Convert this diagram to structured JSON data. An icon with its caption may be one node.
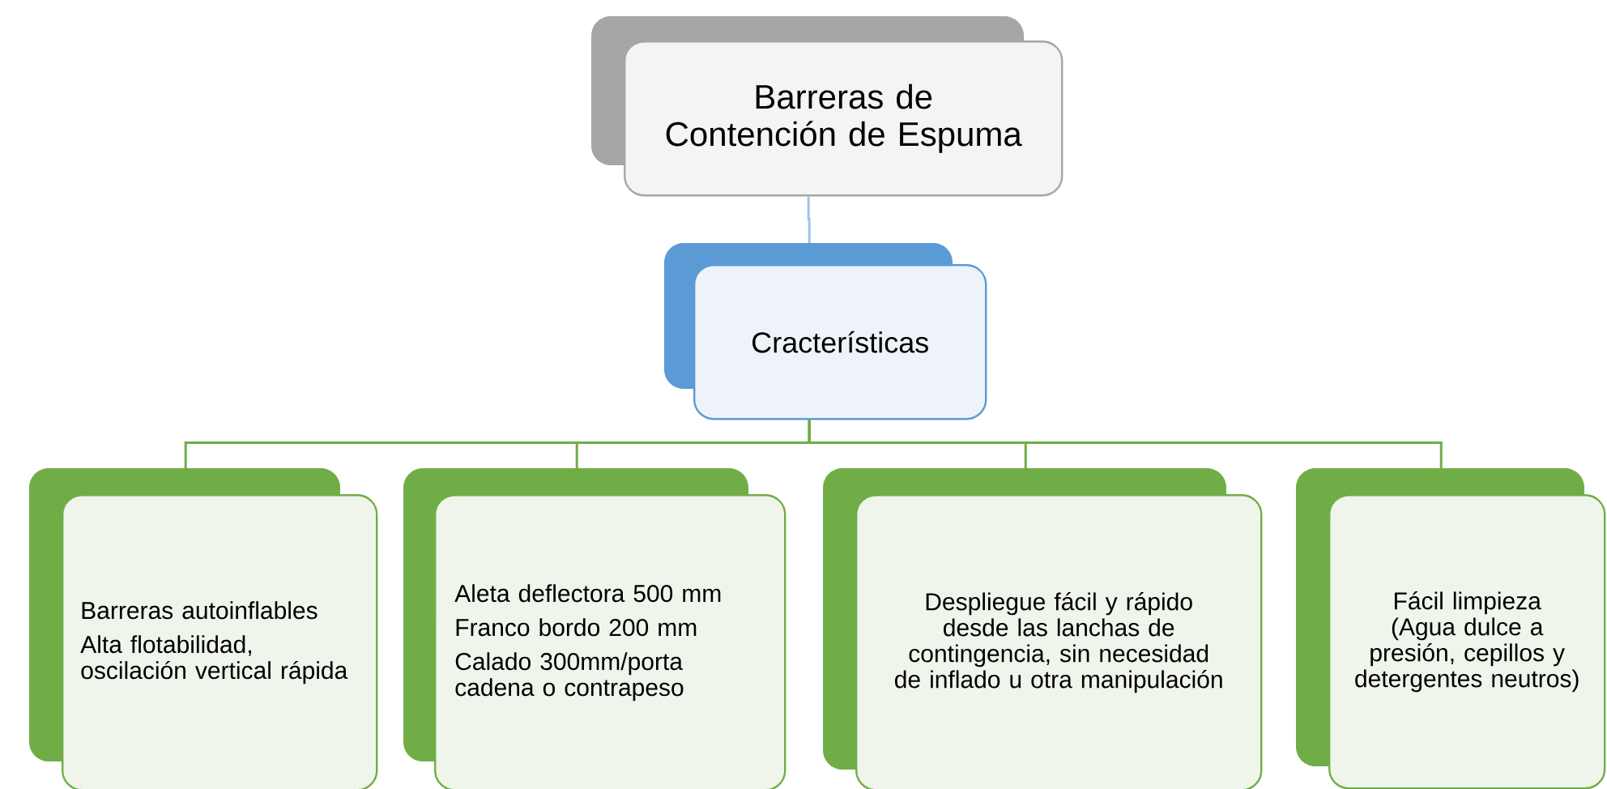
{
  "diagram": {
    "nodes": [
      {
        "text": [
          "Barreras de Contención de Espuma"
        ]
      },
      {
        "text": [
          "Cracterísticas"
        ]
      },
      {
        "text": [
          "Barreras autoinflables",
          "Alta flotabilidad, oscilación vertical rápida"
        ]
      },
      {
        "text": [
          "Aleta deflectora 500 mm",
          "Franco bordo 200 mm",
          "Calado 300mm/porta cadena o contrapeso"
        ]
      },
      {
        "text": [
          "Despliegue fácil y rápido desde las lanchas de contingencia, sin necesidad de inflado u otra manipulación"
        ]
      },
      {
        "text": [
          "Fácil limpieza (Agua dulce a presión, cepillos y detergentes neutros)"
        ]
      }
    ],
    "edges": [
      {
        "from": 0,
        "to": 1,
        "arrow": "none",
        "color": "#9dc3e6"
      },
      {
        "from": 1,
        "to": 2,
        "arrow": "none"
      },
      {
        "from": 1,
        "to": 3,
        "arrow": "none"
      },
      {
        "from": 1,
        "to": 4,
        "arrow": "none"
      },
      {
        "from": 1,
        "to": 5,
        "arrow": "none"
      }
    ]
  }
}
